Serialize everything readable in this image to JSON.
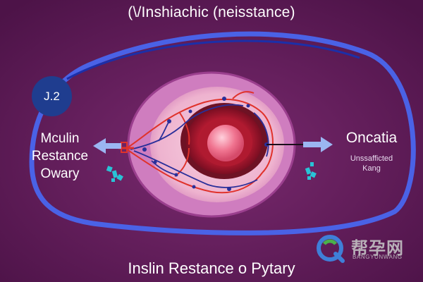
{
  "header": {
    "title": "(\\/Inshiachic (neisstance)"
  },
  "badge": {
    "label": "J.2"
  },
  "left_label": {
    "line1": "Mculin",
    "line2": "Restance",
    "line3": "Owary"
  },
  "right_label": {
    "title": "Oncatia",
    "sub_line1": "Unssafficted",
    "sub_line2": "Kang"
  },
  "footer": {
    "title": "Inslin Restance o Pytary"
  },
  "watermark": {
    "cn": "帮孕网",
    "en": "BANGYUNWANG"
  },
  "colors": {
    "background": "#5c1a55",
    "ring": "#4060e8",
    "outer_disc": "#d37fc4",
    "inner_disc": "#f2bed6",
    "core": "#d2263e",
    "nucleus": "#f07490",
    "arrow": "#9bb6f2",
    "vessel_red": "#e0322b",
    "vessel_blue": "#2a2f9a",
    "molecule": "#29c3d6"
  },
  "icons": [
    "arrow-left-icon",
    "arrow-right-icon",
    "molecule-icon",
    "watermark-logo-icon"
  ]
}
